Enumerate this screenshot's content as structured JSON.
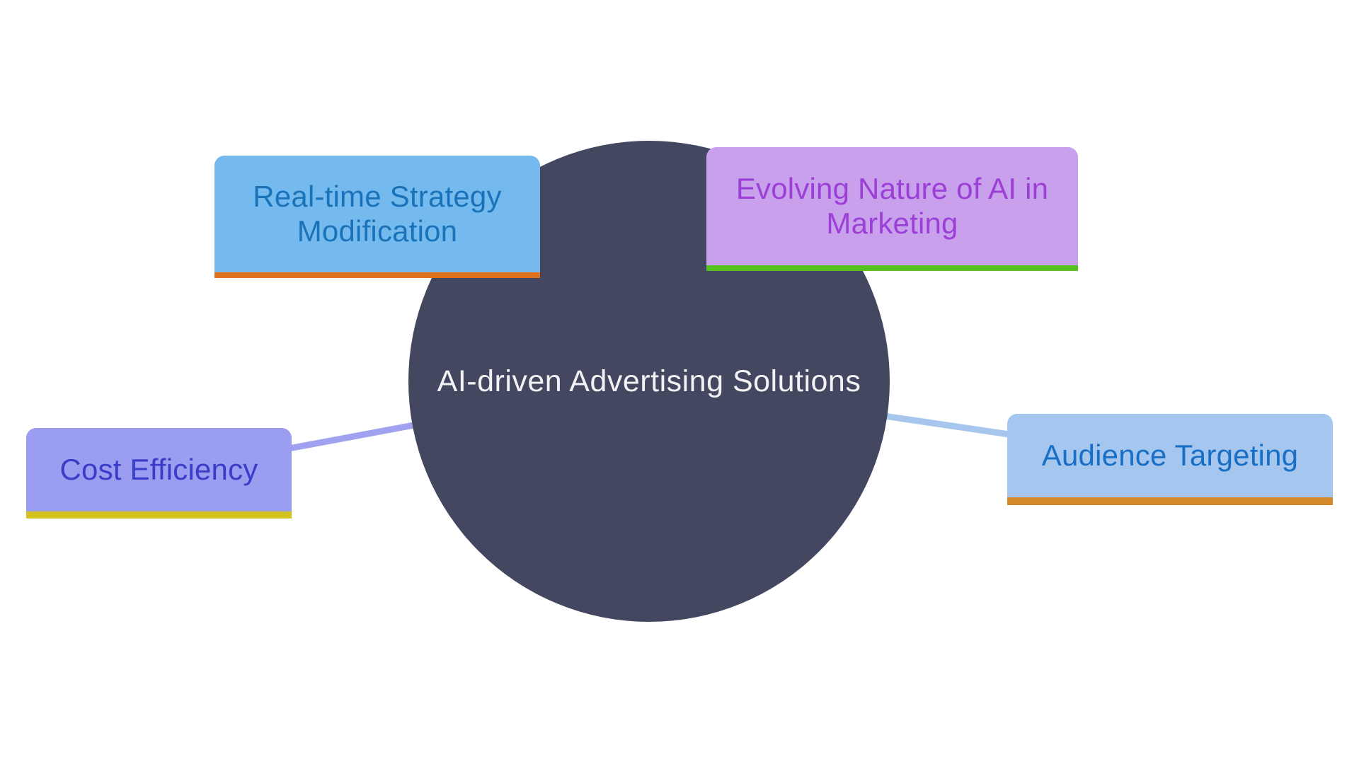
{
  "diagram": {
    "type": "mindmap",
    "background_color": "#ffffff",
    "center": {
      "label": "AI-driven Advertising Solutions",
      "shape": "circle",
      "fill_color": "#434760",
      "text_color": "#f2f2f5"
    },
    "nodes": [
      {
        "id": "real-time-strategy-modification",
        "label": "Real-time Strategy\nModification",
        "position": "top-left",
        "fill_color": "#75baee",
        "text_color": "#1a73b9",
        "underline_color": "#e1701d",
        "connector_visible": false
      },
      {
        "id": "evolving-nature-of-ai-in-marketing",
        "label": "Evolving Nature of AI in\nMarketing",
        "position": "top-right",
        "fill_color": "#c9a0ec",
        "text_color": "#9b3fd6",
        "underline_color": "#55c220",
        "connector_visible": false
      },
      {
        "id": "cost-efficiency",
        "label": "Cost Efficiency",
        "position": "left",
        "fill_color": "#9a9df0",
        "text_color": "#3a3dc7",
        "underline_color": "#d2c31e",
        "connector_visible": true,
        "connector_color": "#9fa2ee"
      },
      {
        "id": "audience-targeting",
        "label": "Audience Targeting",
        "position": "right",
        "fill_color": "#a4c6ef",
        "text_color": "#186fc5",
        "underline_color": "#d5892a",
        "connector_visible": true,
        "connector_color": "#a6c6ee"
      }
    ]
  }
}
